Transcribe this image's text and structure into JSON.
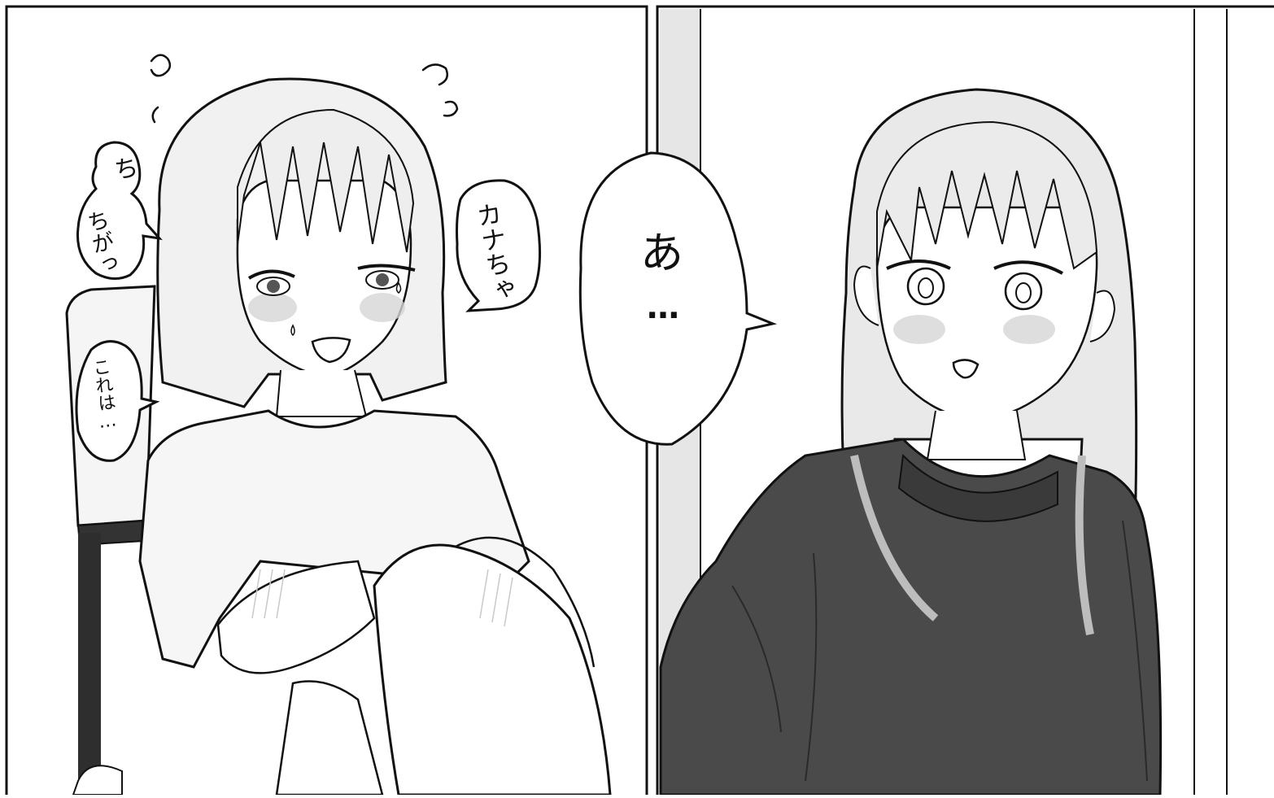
{
  "panels": {
    "left": {
      "bubbles": {
        "chi": "ち",
        "chigah": "ちがっ",
        "koreha": "これは…",
        "kanacha": "カナちゃ"
      }
    },
    "center": {
      "bubble_main": "あ",
      "bubble_dots": "…"
    }
  },
  "colors": {
    "ink": "#111111",
    "paper": "#ffffff",
    "screentone": "#e6e6e6",
    "sweater": "#4a4a4a"
  }
}
